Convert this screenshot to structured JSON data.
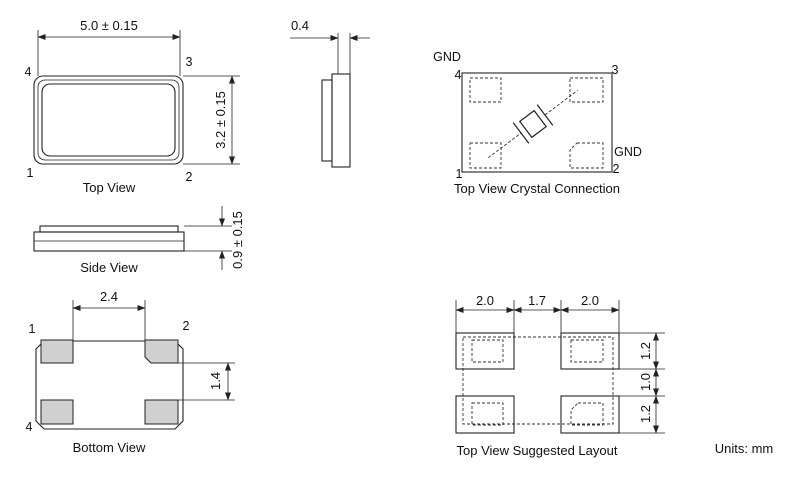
{
  "views": {
    "top": {
      "label": "Top View",
      "width_dim": "5.0 ± 0.15",
      "height_dim": "3.2 ± 0.15",
      "pins": [
        "1",
        "2",
        "3",
        "4"
      ]
    },
    "profile": {
      "thickness_dim": "0.4"
    },
    "side": {
      "label": "Side View",
      "height_dim": "0.9 ± 0.15"
    },
    "bottom": {
      "label": "Bottom View",
      "pad_pitch_dim": "2.4",
      "pad_height_dim": "1.4",
      "pins": [
        "1",
        "2",
        "4"
      ]
    },
    "crystal": {
      "label": "Top View Crystal Connection",
      "pins": [
        "1",
        "2",
        "3",
        "4"
      ],
      "gnd_label_top": "GND",
      "gnd_label_right": "GND"
    },
    "layout": {
      "label": "Top View Suggested Layout",
      "dim_left": "2.0",
      "dim_mid": "1.7",
      "dim_right": "2.0",
      "dim_pad_top": "1.2",
      "dim_gap": "1.0",
      "dim_pad_bottom": "1.2"
    }
  },
  "units_label": "Units: mm"
}
